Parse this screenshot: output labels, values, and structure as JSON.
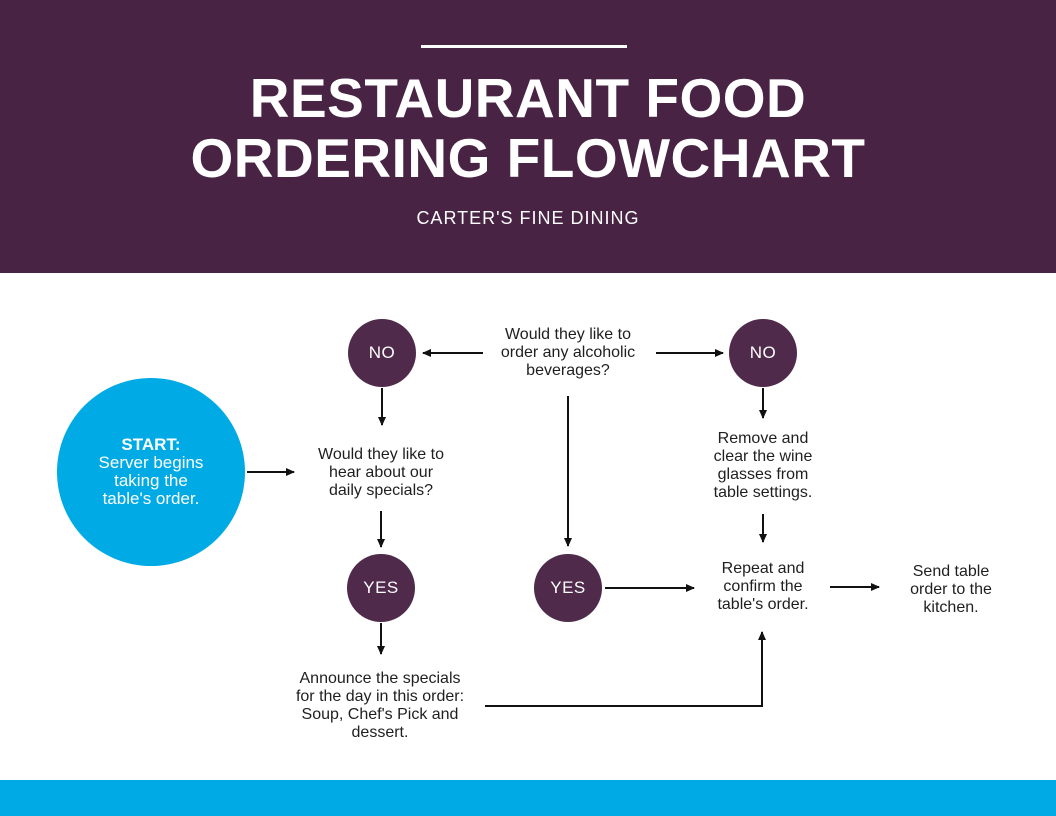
{
  "page": {
    "title_lines": [
      "RESTAURANT FOOD",
      "ORDERING FLOWCHART"
    ],
    "subtitle": "CARTER'S FINE DINING"
  },
  "colors": {
    "header_bg": "#482344",
    "decision_circle": "#4F2A4B",
    "accent_blue": "#00AAE4",
    "text_dark": "#1f1f1f",
    "text_light": "#ffffff",
    "connector": "#111111"
  },
  "flowchart": {
    "start": {
      "lines": [
        "START:",
        "Server begins",
        "taking the",
        "table's order."
      ]
    },
    "no_left": {
      "label": "NO"
    },
    "no_right": {
      "label": "NO"
    },
    "yes_left": {
      "label": "YES"
    },
    "yes_mid": {
      "label": "YES"
    },
    "q_specials": {
      "lines": [
        "Would they like to",
        "hear about our",
        "daily specials?"
      ]
    },
    "q_alcohol": {
      "lines": [
        "Would they like to",
        "order any alcoholic",
        "beverages?"
      ]
    },
    "remove": {
      "lines": [
        "Remove and",
        "clear the wine",
        "glasses from",
        "table settings."
      ]
    },
    "repeat": {
      "lines": [
        "Repeat and",
        "confirm the",
        "table's order."
      ]
    },
    "send": {
      "lines": [
        "Send table",
        "order to the",
        "kitchen."
      ]
    },
    "announce": {
      "lines": [
        "Announce the specials",
        "for the day in this order:",
        "Soup, Chef's Pick and",
        "dessert."
      ]
    }
  }
}
